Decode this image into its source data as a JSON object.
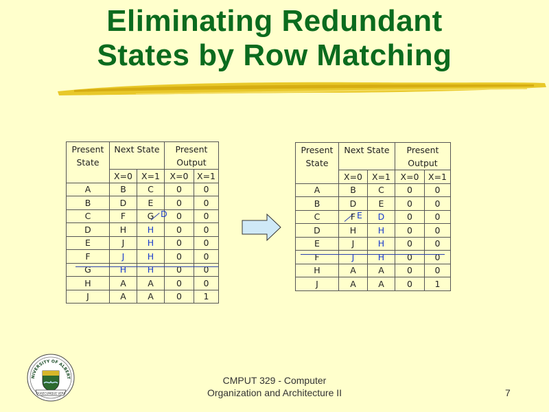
{
  "slide": {
    "title_line1": "Eliminating Redundant",
    "title_line2": "States by Row Matching",
    "footer_line1": "CMPUT 329 - Computer",
    "footer_line2": "Organization and Architecture II",
    "page_number": "7"
  },
  "headers": {
    "present_state": [
      "Present",
      "State"
    ],
    "next_state": "Next State",
    "present_output": [
      "Present",
      "Output"
    ],
    "x0": "X=0",
    "x1": "X=1"
  },
  "table1": {
    "rows": [
      [
        "A",
        "B",
        "C",
        "0",
        "0"
      ],
      [
        "B",
        "D",
        "E",
        "0",
        "0"
      ],
      [
        "C",
        "F",
        "G",
        "0",
        "0"
      ],
      [
        "D",
        "H",
        "H",
        "0",
        "0"
      ],
      [
        "E",
        "J",
        "H",
        "0",
        "0"
      ],
      [
        "F",
        "J",
        "H",
        "0",
        "0"
      ],
      [
        "G",
        "H",
        "H",
        "0",
        "0"
      ],
      [
        "H",
        "A",
        "A",
        "0",
        "0"
      ],
      [
        "J",
        "A",
        "A",
        "0",
        "1"
      ]
    ],
    "annotation": "D"
  },
  "table2": {
    "rows": [
      [
        "A",
        "B",
        "C",
        "0",
        "0"
      ],
      [
        "B",
        "D",
        "E",
        "0",
        "0"
      ],
      [
        "C",
        "F",
        "D",
        "0",
        "0"
      ],
      [
        "D",
        "H",
        "H",
        "0",
        "0"
      ],
      [
        "E",
        "J",
        "H",
        "0",
        "0"
      ],
      [
        "F",
        "J",
        "H",
        "0",
        "0"
      ],
      [
        "H",
        "A",
        "A",
        "0",
        "0"
      ],
      [
        "J",
        "A",
        "A",
        "0",
        "1"
      ]
    ],
    "annotation": "E"
  },
  "colors": {
    "background": "#ffffcc",
    "title": "#0b6b1e",
    "edit_ink": "#1a3ccc",
    "arrow_fill": "#cfe9f7"
  },
  "logo": {
    "text_top": "UNIVERSITY OF ALBERTA",
    "motto": "QUAECUMQUE VERA"
  }
}
